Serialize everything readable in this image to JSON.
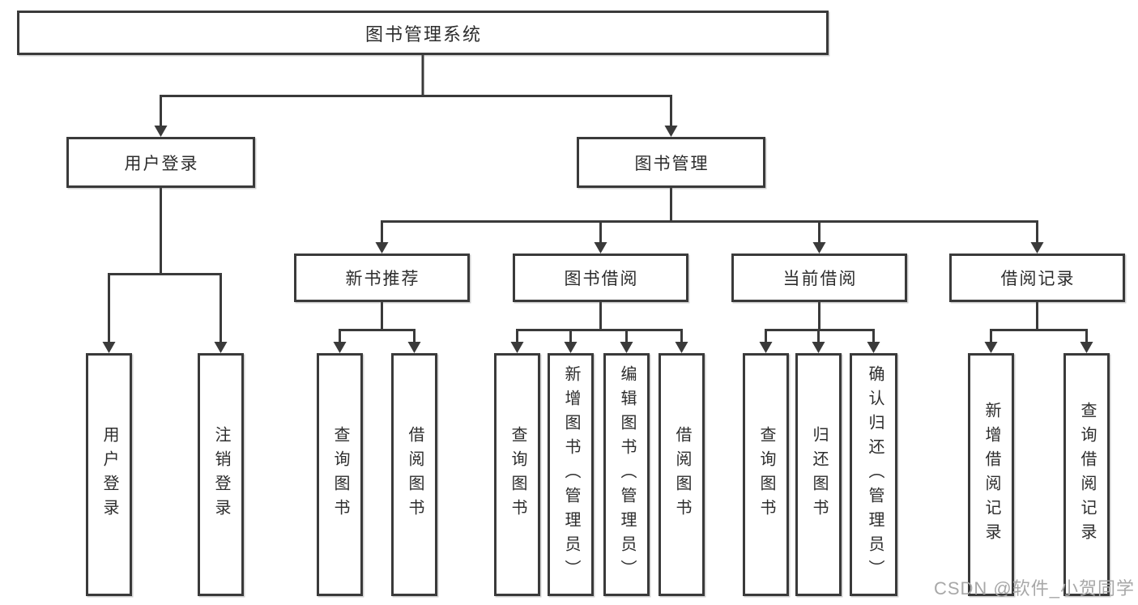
{
  "diagram": {
    "root": {
      "label": "图书管理系统"
    },
    "branches": [
      {
        "label": "用户登录",
        "children": [
          {
            "label": "用户登录"
          },
          {
            "label": "注销登录"
          }
        ]
      },
      {
        "label": "图书管理",
        "children": [
          {
            "label": "新书推荐",
            "children": [
              {
                "label": "查询图书"
              },
              {
                "label": "借阅图书"
              }
            ]
          },
          {
            "label": "图书借阅",
            "children": [
              {
                "label": "查询图书"
              },
              {
                "label": "新增图书（管理员）"
              },
              {
                "label": "编辑图书（管理员）"
              },
              {
                "label": "借阅图书"
              }
            ]
          },
          {
            "label": "当前借阅",
            "children": [
              {
                "label": "查询图书"
              },
              {
                "label": "归还图书"
              },
              {
                "label": "确认归还（管理员）"
              }
            ]
          },
          {
            "label": "借阅记录",
            "children": [
              {
                "label": "新增借阅记录"
              },
              {
                "label": "查询借阅记录"
              }
            ]
          }
        ]
      }
    ]
  },
  "watermark": {
    "text": "CSDN @软件_小贺同学"
  },
  "colors": {
    "line": "#3a3a3a",
    "box_border": "#3a3a3a",
    "box_background": "#ffffff",
    "text": "#2d2d2d",
    "watermark": "#a8a8a8",
    "page_background": "#ffffff"
  }
}
